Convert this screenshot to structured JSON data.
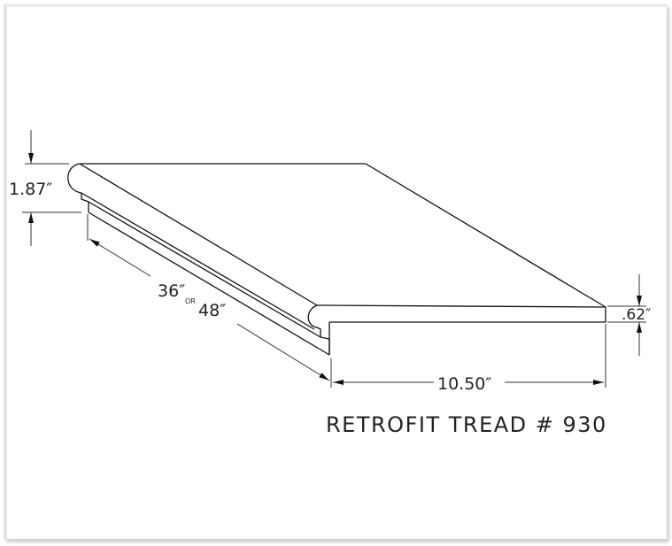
{
  "drawing": {
    "title": "RETROFIT TREAD # 930",
    "dimensions": {
      "height": "1.87″",
      "nosing": ".62″",
      "length_a": "36″",
      "length_or": "OR",
      "length_b": "48″",
      "depth": "10.50″"
    },
    "colors": {
      "line": "#111111",
      "background": "#ffffff",
      "frame_shadow": "#cfcfcf"
    }
  }
}
